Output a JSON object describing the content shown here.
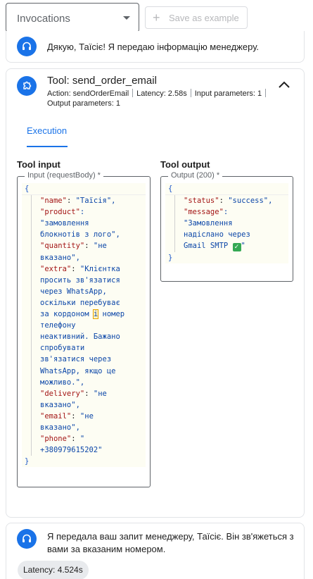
{
  "toolbar": {
    "select_value": "Invocations",
    "save_label": "Save as example"
  },
  "messages": {
    "first": "Дякую, Таїсіє! Я передаю інформацію менеджеру.",
    "last": "Я передала ваш запит менеджеру, Таїсіє. Він зв'яжеться з вами за вказаним номером.",
    "last_latency": "Latency: 4.524s"
  },
  "tool": {
    "title": "Tool: send_order_email",
    "action": "Action: sendOrderEmail",
    "latency": "Latency: 2.58s",
    "input_params": "Input parameters: 1",
    "output_params": "Output parameters: 1",
    "tab": "Execution",
    "input_heading": "Tool input",
    "output_heading": "Tool output",
    "input_legend": "Input (requestBody) *",
    "output_legend": "Output (200) *",
    "input_lines": [
      {
        "k": "\"name\"",
        "v": "\"Таїсія\","
      },
      {
        "k": "\"product\"",
        "v": ":"
      },
      {
        "k": "",
        "v": "\"замовлення"
      },
      {
        "k": "",
        "v": "блокнотів з лого\","
      },
      {
        "k": "\"quantity\"",
        "v": "\"не"
      },
      {
        "k": "",
        "v": "вказано\","
      },
      {
        "k": "\"extra\"",
        "v": "\"Клієнтка"
      },
      {
        "k": "",
        "v": "просить зв'язатися"
      },
      {
        "k": "",
        "v": "через WhatsApp,"
      },
      {
        "k": "",
        "v": "оскільки перебуває"
      },
      {
        "k": "",
        "v": "за кордоном і номер"
      },
      {
        "k": "",
        "v": "телефону"
      },
      {
        "k": "",
        "v": "неактивний. Бажано"
      },
      {
        "k": "",
        "v": "спробувати"
      },
      {
        "k": "",
        "v": "зв'язатися через"
      },
      {
        "k": "",
        "v": "WhatsApp, якщо це"
      },
      {
        "k": "",
        "v": "можливо.\","
      },
      {
        "k": "\"delivery\"",
        "v": "\"не"
      },
      {
        "k": "",
        "v": "вказано\","
      },
      {
        "k": "\"email\"",
        "v": "\"не"
      },
      {
        "k": "",
        "v": "вказано\","
      },
      {
        "k": "\"phone\"",
        "v": "\""
      },
      {
        "k": "",
        "v": "+380979615202\""
      }
    ],
    "output_lines": [
      {
        "k": "\"status\"",
        "v": "\"success\","
      },
      {
        "k": "\"message\"",
        "v": ":"
      },
      {
        "k": "",
        "v": "\"Замовлення"
      },
      {
        "k": "",
        "v": "надіслано через"
      },
      {
        "k": "",
        "v": "Gmail SMTP ✅\""
      }
    ],
    "open_brace": "{",
    "close_brace": "}"
  },
  "icons": {
    "avatar": "headset-icon",
    "tool": "puzzle-icon",
    "collapse": "chevron-up-icon",
    "plus": "plus-icon",
    "dropdown": "caret-down-icon"
  },
  "colors": {
    "accent": "#1a73e8",
    "avatar_bg": "#1a73e8",
    "chip_bg": "#e8eaed"
  }
}
